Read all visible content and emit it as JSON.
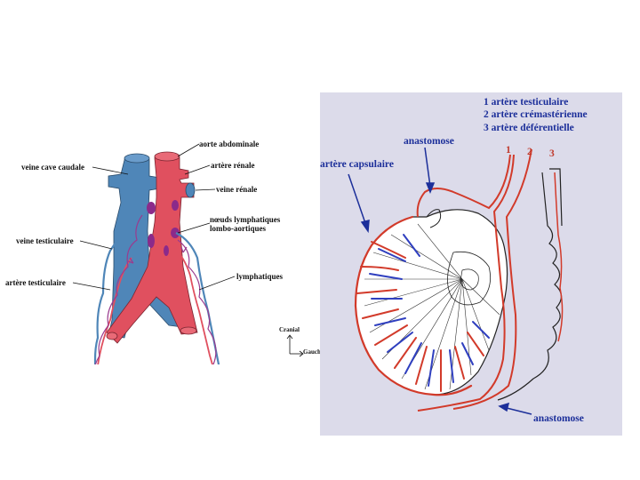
{
  "left_diagram": {
    "labels": {
      "aorte_abdominale": "aorte abdominale",
      "veine_cave_caudale": "veine cave caudale",
      "artere_renale": "artère rénale",
      "veine_renale": "veine rénale",
      "noeuds_line1": "nœuds lymphatiques",
      "noeuds_line2": "lombo-aortiques",
      "veine_testiculaire": "veine testiculaire",
      "artere_testiculaire": "artère testiculaire",
      "lymphatiques": "lymphatiques",
      "cranial": "Cranial",
      "gauche": "Gauch"
    },
    "colors": {
      "vein": "#4f86b8",
      "artery": "#e0505f",
      "lymph_node": "#8b2a8a",
      "lymphatic": "#9a3b8f"
    }
  },
  "right_diagram": {
    "legend": {
      "line1": "1 artère testiculaire",
      "line2": "2 artère crémastérienne",
      "line3": "3 artère déférentielle"
    },
    "labels": {
      "anastomose_top": "anastomose",
      "artere_capsulaire": "artère capsulaire",
      "anastomose_bottom": "anastomose",
      "num1": "1",
      "num2": "2",
      "num3": "3"
    },
    "colors": {
      "background": "#dcdbea",
      "text": "#1c2f9a",
      "artery": "#d23a2a",
      "vein": "#2f3fbf"
    }
  }
}
